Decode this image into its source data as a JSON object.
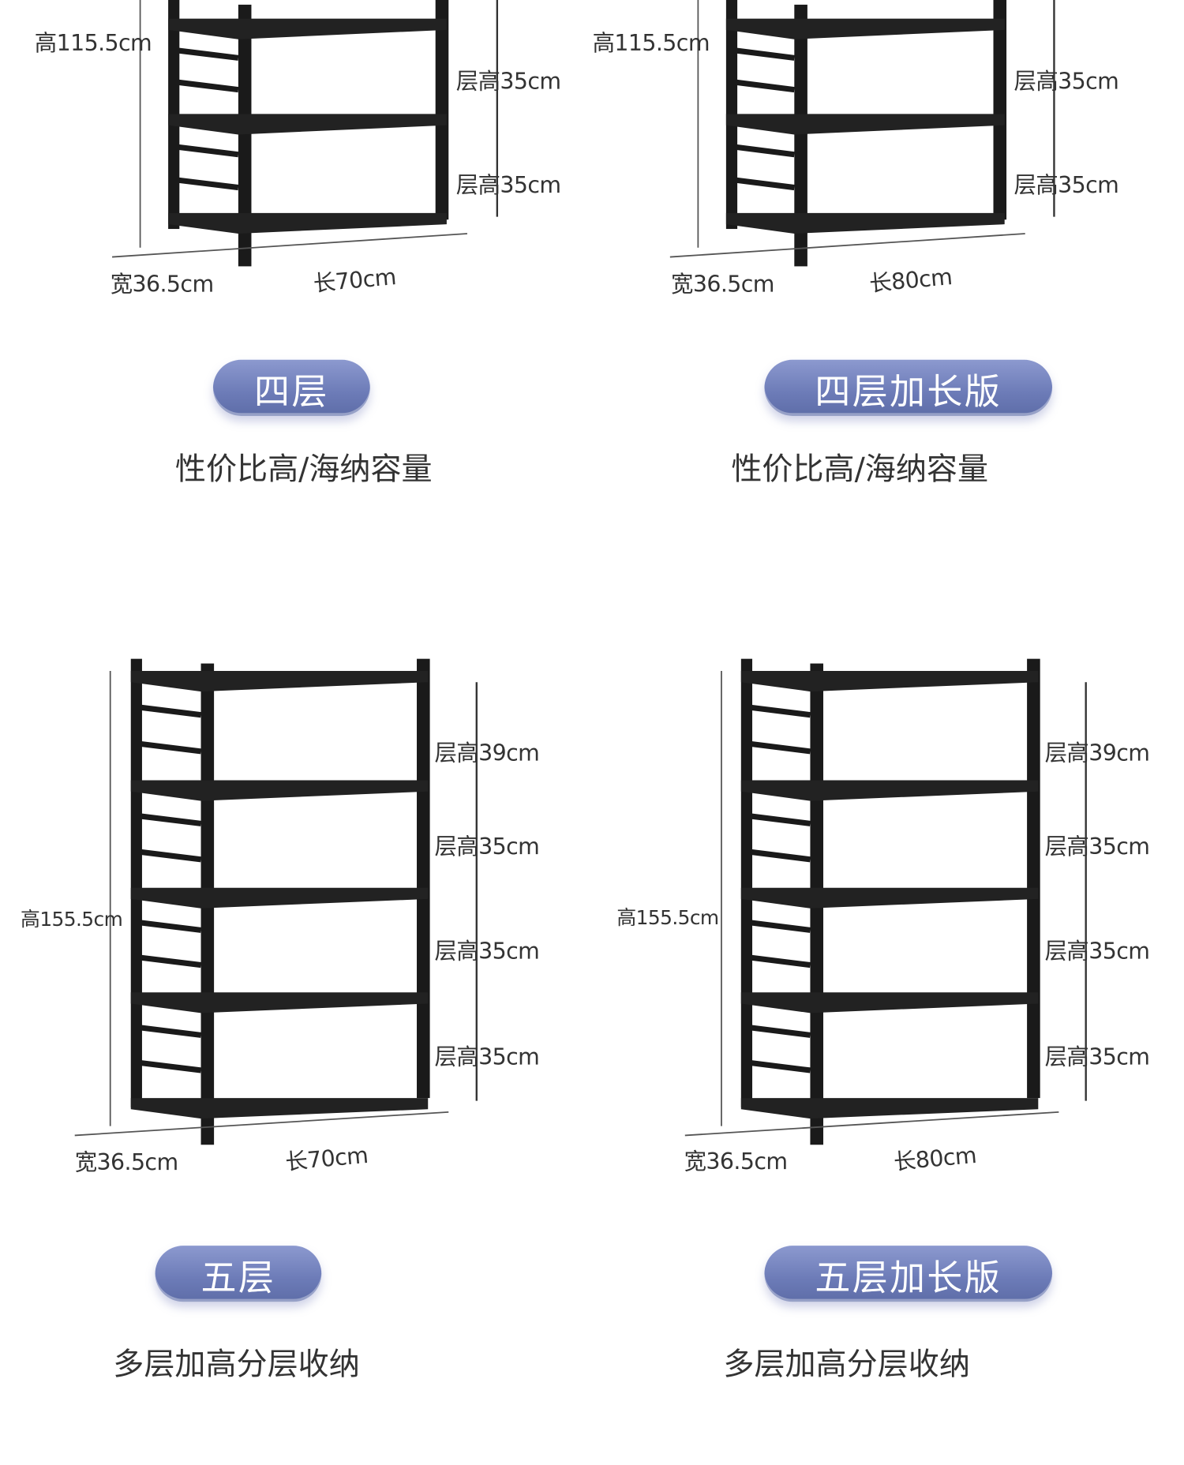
{
  "products": [
    {
      "name": "四层",
      "subtitle": "性价比高/海纳容量",
      "height": "高115.5cm",
      "width": "宽36.5cm",
      "length": "长70cm",
      "layers": [
        "层高35cm",
        "层高35cm"
      ]
    },
    {
      "name": "四层加长版",
      "subtitle": "性价比高/海纳容量",
      "height": "高115.5cm",
      "width": "宽36.5cm",
      "length": "长80cm",
      "layers": [
        "层高35cm",
        "层高35cm"
      ]
    },
    {
      "name": "五层",
      "subtitle": "多层加高分层收纳",
      "height": "高155.5cm",
      "width": "宽36.5cm",
      "length": "长70cm",
      "layers": [
        "层高39cm",
        "层高35cm",
        "层高35cm",
        "层高35cm"
      ]
    },
    {
      "name": "五层加长版",
      "subtitle": "多层加高分层收纳",
      "height": "高155.5cm",
      "width": "宽36.5cm",
      "length": "长80cm",
      "layers": [
        "层高39cm",
        "层高35cm",
        "层高35cm",
        "层高35cm"
      ]
    }
  ],
  "colors": {
    "pill": "#6c7bb7",
    "frame": "#1a1a1a",
    "text": "#333333"
  }
}
